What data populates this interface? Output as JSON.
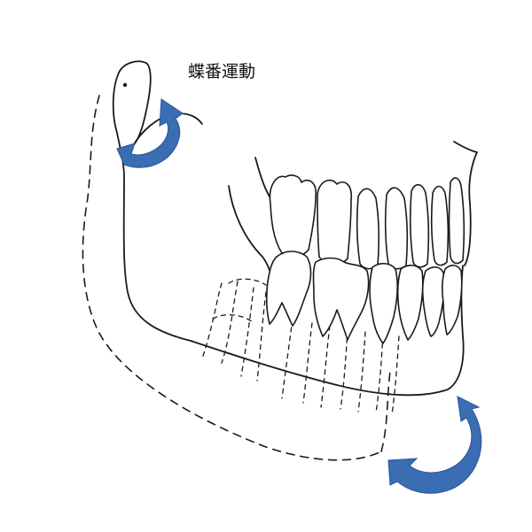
{
  "label": "蝶番運動",
  "colors": {
    "arrow": "#3b6db3",
    "line": "#1a1a1a"
  },
  "icons": [
    "rotation-arrow-condyle",
    "rotation-arrow-chin"
  ]
}
